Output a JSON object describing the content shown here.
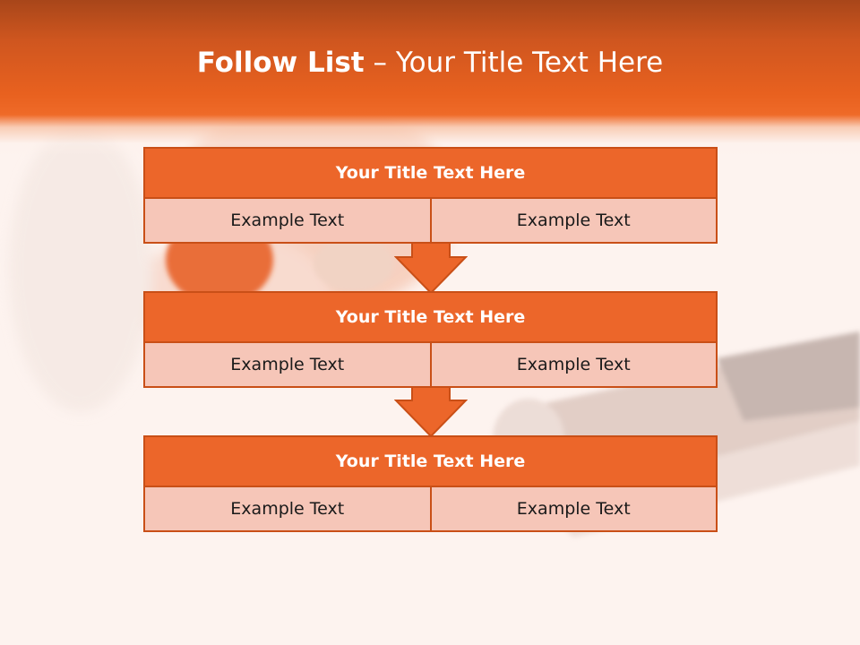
{
  "slide": {
    "title_bold": "Follow List",
    "title_rest": " – Your Title Text Here"
  },
  "steps": [
    {
      "title": "Your Title Text Here",
      "left": "Example Text",
      "right": "Example Text"
    },
    {
      "title": "Your Title Text Here",
      "left": "Example Text",
      "right": "Example Text"
    },
    {
      "title": "Your Title Text Here",
      "left": "Example Text",
      "right": "Example Text"
    }
  ],
  "colors": {
    "accent": "#ec662a",
    "border": "#c94f17",
    "cell_fill": "#f6c6b8",
    "background": "#fdf3ef"
  }
}
